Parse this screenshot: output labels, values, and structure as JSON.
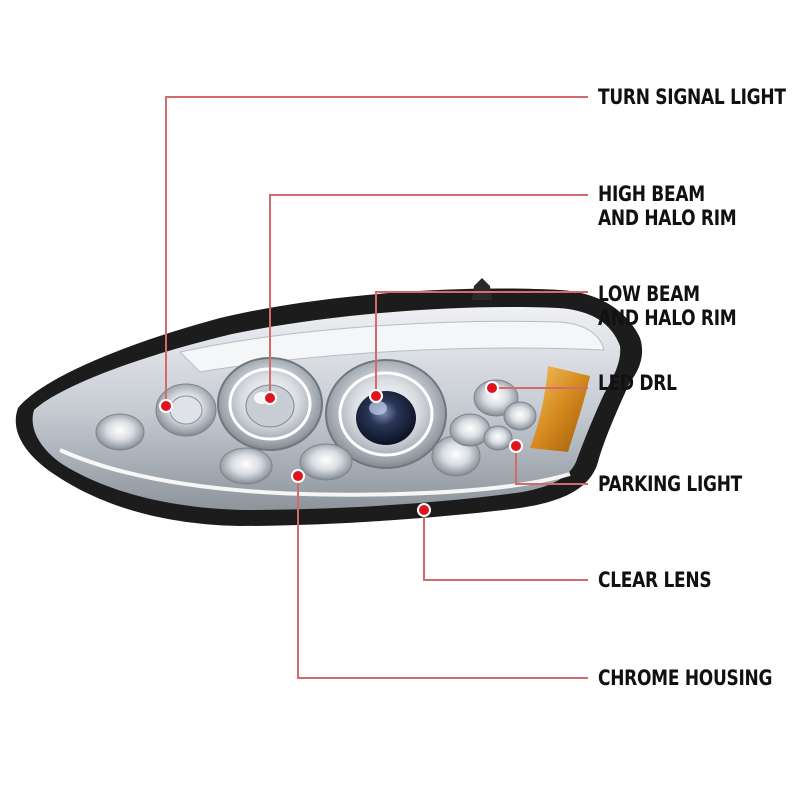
{
  "colors": {
    "leader_line": "#d26b6b",
    "marker_fill": "#e0141e",
    "marker_ring": "#ffffff",
    "label_text": "#111111",
    "housing_outline": "#1c1c1c",
    "amber_reflector": "#d58a1e"
  },
  "callouts": [
    {
      "id": "turn-signal-light",
      "lines": [
        "TURN SIGNAL LIGHT"
      ]
    },
    {
      "id": "high-beam-and-halo-rim",
      "lines": [
        "HIGH BEAM",
        "AND HALO RIM"
      ]
    },
    {
      "id": "low-beam-and-halo-rim",
      "lines": [
        "LOW BEAM",
        "AND HALO RIM"
      ]
    },
    {
      "id": "led-drl",
      "lines": [
        "LED DRL"
      ]
    },
    {
      "id": "parking-light",
      "lines": [
        "PARKING LIGHT"
      ]
    },
    {
      "id": "clear-lens",
      "lines": [
        "CLEAR LENS"
      ]
    },
    {
      "id": "chrome-housing",
      "lines": [
        "CHROME HOUSING"
      ]
    }
  ]
}
